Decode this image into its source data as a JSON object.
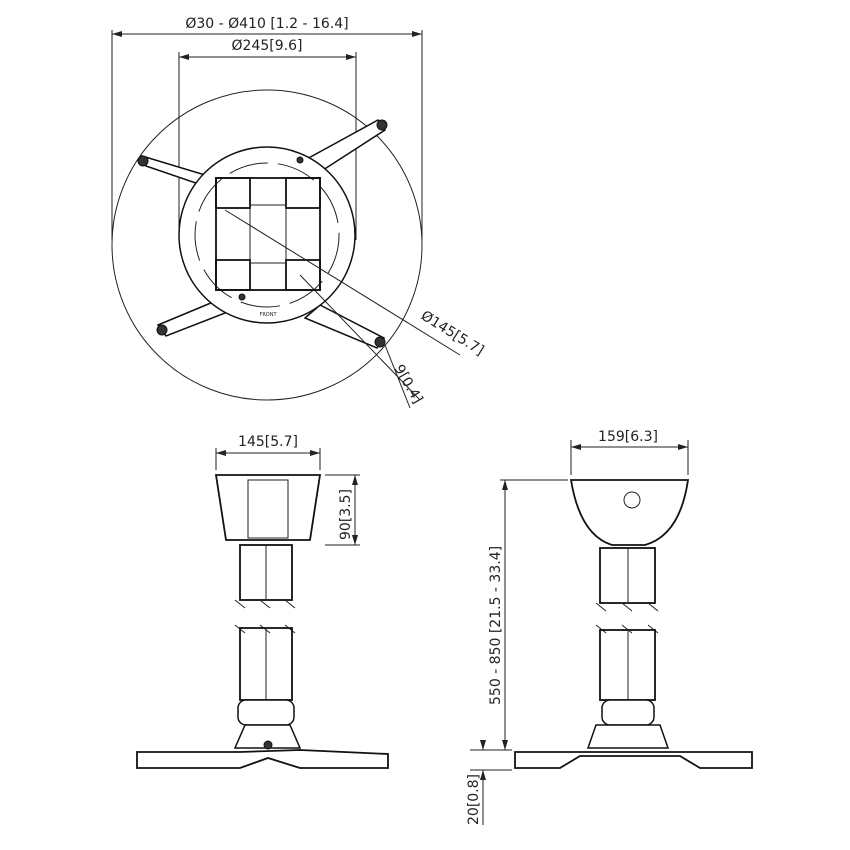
{
  "top_view": {
    "dim_outer": "Ø30 - Ø410 [1.2 - 16.4]",
    "dim_plate": "Ø245[9.6]",
    "dim_bolt_circle": "Ø145[5.7]",
    "dim_slot": "9[0.4]",
    "front_marking": "FRONT"
  },
  "front_view": {
    "dim_width": "145[5.7]",
    "dim_height": "90[3.5]"
  },
  "side_view": {
    "dim_width": "159[6.3]",
    "dim_length": "550 - 850 [21.5 - 33.4]",
    "dim_base": "20[0.8]"
  },
  "colors": {
    "line": "#222222",
    "background": "#ffffff"
  }
}
